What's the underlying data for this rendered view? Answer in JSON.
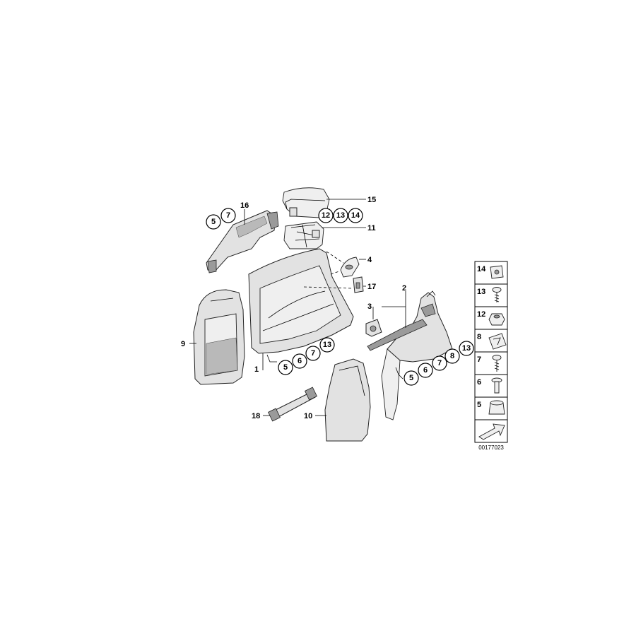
{
  "callouts": {
    "c1": "1",
    "c2": "2",
    "c3": "3",
    "c4": "4",
    "c9": "9",
    "c10": "10",
    "c11": "11",
    "c15": "15",
    "c16": "16",
    "c17": "17",
    "c18": "18"
  },
  "circle_groups": {
    "g16": [
      "5",
      "7"
    ],
    "g11": [
      "12",
      "13",
      "14"
    ],
    "g1": [
      "5",
      "6",
      "7",
      "13"
    ],
    "g2": [
      "5",
      "6",
      "7",
      "8",
      "13"
    ]
  },
  "legend": {
    "items": [
      "14",
      "13",
      "12",
      "8",
      "7",
      "6",
      "5"
    ]
  },
  "diagram_code": "00177023"
}
